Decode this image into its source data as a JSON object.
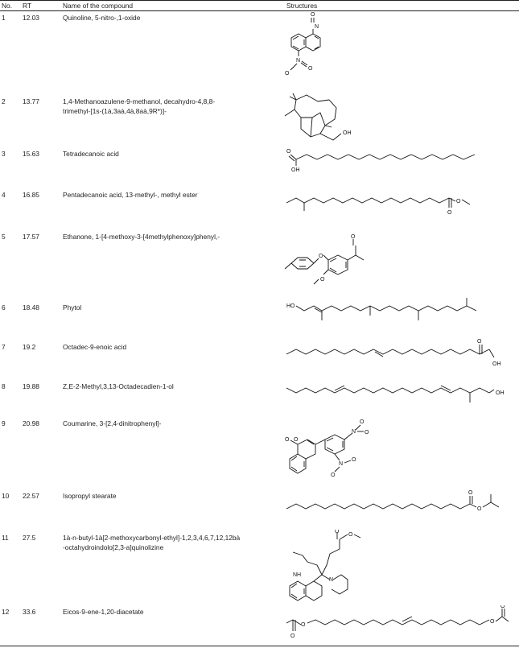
{
  "table": {
    "headers": {
      "no": "No.",
      "rt": "RT",
      "name": "Name of the compound",
      "structures": "Structures"
    },
    "rows": [
      {
        "no": "1",
        "rt": "12.03",
        "name": "Quinoline, 5-nitro-,1-oxide"
      },
      {
        "no": "2",
        "rt": "13.77",
        "name_line1": "1,4-Methanoazulene-9-methanol, decahydro-4,8,8-",
        "name_line2": "trimethyl-[1s-(1à,3aà,4à,8aà,9R*)]-"
      },
      {
        "no": "3",
        "rt": "15.63",
        "name": "Tetradecanoic acid"
      },
      {
        "no": "4",
        "rt": "16.85",
        "name": "Pentadecanoic acid, 13-methyl-, methyl ester"
      },
      {
        "no": "5",
        "rt": "17.57",
        "name": "Ethanone, 1-[4-methoxy-3-[4methylphenoxy]phenyl,-"
      },
      {
        "no": "6",
        "rt": "18.48",
        "name": "Phytol"
      },
      {
        "no": "7",
        "rt": "19.2",
        "name": "Octadec-9-enoic acid"
      },
      {
        "no": "8",
        "rt": "19.88",
        "name": "Z,E-2-Methyl,3,13-Octadecadien-1-ol"
      },
      {
        "no": "9",
        "rt": "20.98",
        "name": "Coumarine, 3-[2,4-dinitrophenyl]-"
      },
      {
        "no": "10",
        "rt": "22.57",
        "name": "Isopropyl stearate"
      },
      {
        "no": "11",
        "rt": "27.5",
        "name_line1": "1à-n-butyl-1à[2-methoxycarbonyl-ethyl]-1,2,3,4,6,7,12,12bà",
        "name_line2": "-octahydroindolo[2,3-a]quinolizine"
      },
      {
        "no": "12",
        "rt": "33.6",
        "name": "Eicos-9-ene-1,20-diacetate"
      }
    ]
  },
  "structure_labels": {
    "r1_o": "O",
    "r1_n": "N",
    "r1_n2": "N",
    "r1_o2": "O",
    "r1_o3": "O",
    "r2_oh": "OH",
    "r3_o": "O",
    "r3_oh": "OH",
    "r4_o": "O",
    "r4_o2": "O",
    "r5_o": "O",
    "r5_o2": "O",
    "r5_o3": "O",
    "r6_ho": "HO",
    "r7_o": "O",
    "r7_oh": "OH",
    "r8_oh": "OH",
    "r9_o": "O",
    "r9_o2": "O",
    "r9_n": "N",
    "r9_o3": "O",
    "r9_o4": "O",
    "r9_n2": "N",
    "r9_o5": "O",
    "r9_o6": "O",
    "r10_o": "O",
    "r10_o2": "O",
    "r11_o": "O",
    "r11_o2": "O",
    "r11_nh": "NH",
    "r11_n": "N",
    "r12_o": "O",
    "r12_o2": "O",
    "r12_o3": "O",
    "r12_o4": "O"
  }
}
